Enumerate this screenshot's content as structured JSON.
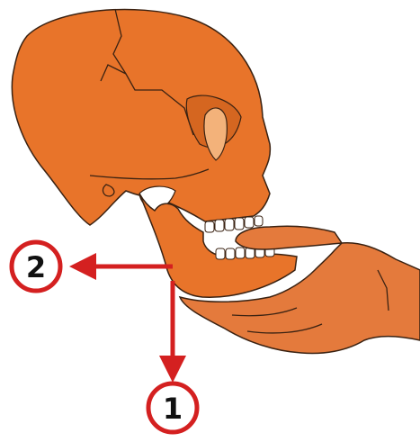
{
  "colors": {
    "bone": "#e8742a",
    "bone_shade": "#d56620",
    "outline": "#3a2212",
    "nasal": "#f3b27a",
    "teeth": "#ffffff",
    "hand": "#e47a3c",
    "arrow": "#d42020",
    "circle_fill": "#ffffff"
  },
  "icons": {
    "skull": "skull-icon",
    "hand": "hand-icon"
  },
  "markers": [
    {
      "id": "marker-1",
      "label": "1",
      "direction": "down"
    },
    {
      "id": "marker-2",
      "label": "2",
      "direction": "left"
    }
  ]
}
